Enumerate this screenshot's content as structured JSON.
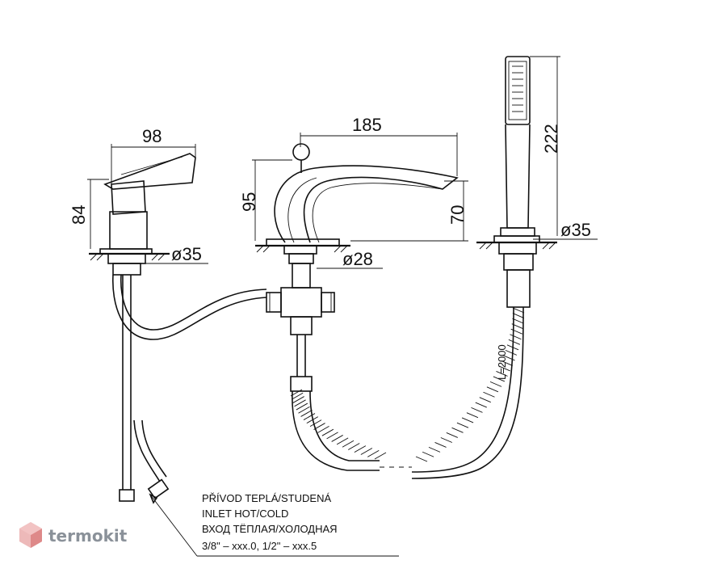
{
  "dimensions": {
    "mixer_width": "98",
    "mixer_height": "84",
    "mixer_hole": "ø35",
    "spout_length": "185",
    "spout_height": "95",
    "spout_outlet_height": "70",
    "spout_hole": "ø28",
    "shower_height": "222",
    "shower_hole": "ø35",
    "hose_length": "L=2000"
  },
  "note": {
    "line1": "PŘÍVOD TEPLÁ/STUDENÁ",
    "line2": "INLET HOT/COLD",
    "line3": "ВХОД ТЁПЛАЯ/ХОЛОДНАЯ",
    "line4": "3/8\" – xxx.0, 1/2\" – xxx.5"
  },
  "brand": {
    "name": "termokit",
    "icon": "cube-logo-icon",
    "color": "#8a9199"
  }
}
